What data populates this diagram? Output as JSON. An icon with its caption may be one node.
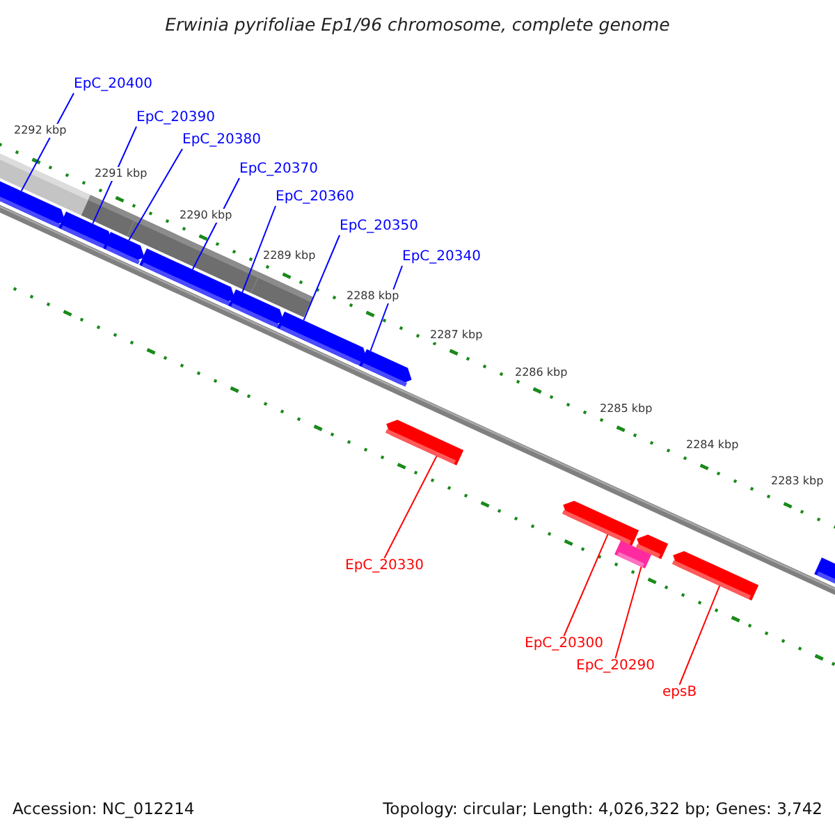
{
  "diagram": {
    "title": "Erwinia pyrifoliae Ep1/96 chromosome, complete genome",
    "nodes": [
      {
        "text": [
          "EpC_20400"
        ]
      },
      {
        "text": [
          "EpC_20390"
        ]
      },
      {
        "text": [
          "EpC_20380"
        ]
      },
      {
        "text": [
          "EpC_20370"
        ]
      },
      {
        "text": [
          "EpC_20360"
        ]
      },
      {
        "text": [
          "EpC_20350"
        ]
      },
      {
        "text": [
          "EpC_20340"
        ]
      },
      {
        "text": [
          "EpC_20330"
        ]
      },
      {
        "text": [
          "EpC_20300"
        ]
      },
      {
        "text": [
          "EpC_20290"
        ]
      },
      {
        "text": [
          "epsB"
        ]
      },
      {
        "text": [],
        "shape": "bar"
      },
      {
        "text": [],
        "shape": "bar"
      },
      {
        "text": [],
        "shape": "bar"
      },
      {
        "text": [],
        "shape": "bar"
      },
      {
        "text": [],
        "shape": "bar"
      },
      {
        "text": [],
        "shape": "bar"
      },
      {
        "text": [],
        "shape": "bar"
      },
      {
        "text": [],
        "shape": "bar"
      },
      {
        "text": [],
        "shape": "bar"
      },
      {
        "text": [],
        "shape": "box"
      },
      {
        "text": [],
        "shape": "bar"
      },
      {
        "text": [],
        "shape": "bar"
      },
      {
        "text": [],
        "shape": "bar"
      }
    ],
    "edges": [
      {
        "from": 0,
        "to": 11,
        "arrow": "none"
      },
      {
        "from": 1,
        "to": 12,
        "arrow": "none"
      },
      {
        "from": 2,
        "to": 13,
        "arrow": "none"
      },
      {
        "from": 3,
        "to": 14,
        "arrow": "none"
      },
      {
        "from": 4,
        "to": 15,
        "arrow": "none"
      },
      {
        "from": 5,
        "to": 16,
        "arrow": "none"
      },
      {
        "from": 6,
        "to": 17,
        "arrow": "none"
      },
      {
        "from": 7,
        "to": 18,
        "arrow": "none",
        "color": "#ff0000"
      },
      {
        "from": 8,
        "to": 19,
        "arrow": "none",
        "color": "#ff0000"
      },
      {
        "from": 9,
        "to": 20,
        "arrow": "none",
        "color": "#ff0000"
      },
      {
        "from": 10,
        "to": 22,
        "arrow": "none",
        "color": "#ff0000"
      }
    ],
    "labels": [
      "2292 kbp",
      "2291 kbp",
      "2290 kbp",
      "2289 kbp",
      "2288 kbp",
      "2287 kbp",
      "2286 kbp",
      "2285 kbp",
      "2284 kbp",
      "2283 kbp",
      "Accession: NC_012214",
      "Topology: circular; Length: 4,026,322 bp; Genes: 3,742"
    ]
  }
}
